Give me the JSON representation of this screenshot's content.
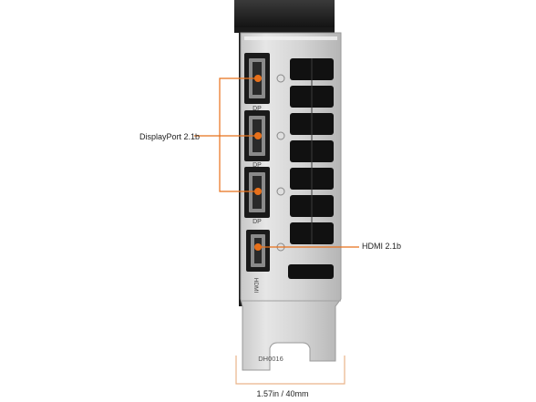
{
  "callouts": {
    "displayport": "DisplayPort 2.1b",
    "hdmi": "HDMI 2.1b"
  },
  "port_marks": {
    "dp": "DP",
    "hdmi": "HDMI"
  },
  "bracket_code": "DH0016",
  "dimension": "1.57in / 40mm",
  "colors": {
    "accent": "#e8701a",
    "dimension_line": "#e9b48a",
    "bracket_metal": "#d9d9d9",
    "vent": "#111111"
  }
}
